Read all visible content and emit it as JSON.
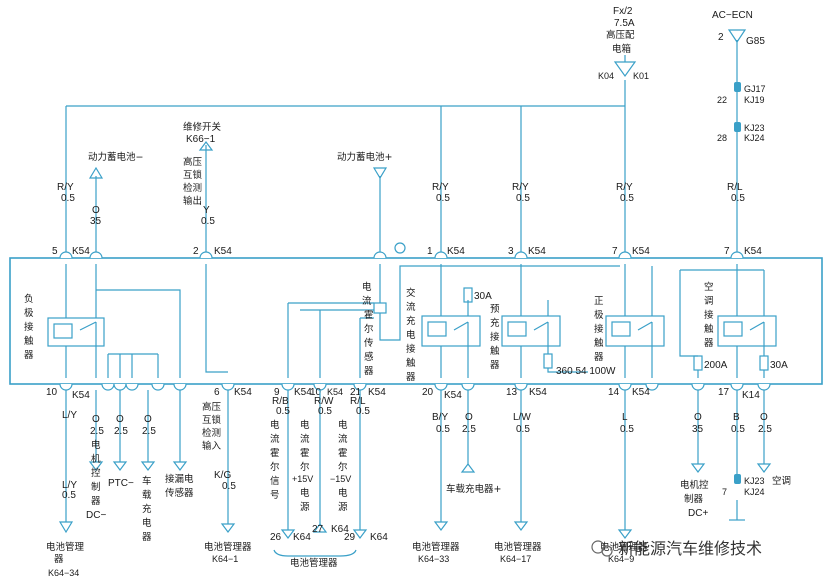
{
  "top": {
    "fuse_lines": [
      "Fx/2",
      "7.5A",
      "高压配",
      "电箱"
    ],
    "k04": "K04",
    "k01": "K01",
    "acecn": "AC−ECN",
    "acecn_pin": "2",
    "g85": "G85",
    "gj17": "GJ17",
    "kj19_pin": "22",
    "kj19": "KJ19",
    "kj23": "KJ23",
    "kj24_pin": "28",
    "kj24": "KJ24"
  },
  "left": {
    "batt_minus": "动力蓄电池−",
    "service_switch": "维修开关",
    "k66": "K66−1",
    "hv_interlock_out": [
      "高压",
      "互锁",
      "检测",
      "输出"
    ],
    "batt_plus": "动力蓄电池+"
  },
  "wires_top": [
    {
      "color": "R/Y",
      "size": "0.5"
    },
    {
      "color": "O",
      "size": "35"
    },
    {
      "color": "Y",
      "size": "0.5"
    },
    {
      "color": "R/Y",
      "size": "0.5"
    },
    {
      "color": "R/Y",
      "size": "0.5"
    },
    {
      "color": "R/Y",
      "size": "0.5"
    },
    {
      "color": "R/L",
      "size": "0.5"
    }
  ],
  "pins_top": [
    {
      "num": "5",
      "conn": "K54"
    },
    {
      "num": "2",
      "conn": "K54"
    },
    {
      "num": "1",
      "conn": "K54"
    },
    {
      "num": "3",
      "conn": "K54"
    },
    {
      "num": "7",
      "conn": "K54"
    },
    {
      "num": "7",
      "conn": "K54"
    }
  ],
  "box_labels": {
    "neg_contactor": [
      "负",
      "极",
      "接",
      "触",
      "器"
    ],
    "hall_a": [
      "电",
      "流"
    ],
    "hall_b": [
      "霍",
      "尔",
      "传",
      "感",
      "器"
    ],
    "ac_charge": [
      "交",
      "流",
      "充",
      "电",
      "接",
      "触",
      "器"
    ],
    "fuse30a_left": "30A",
    "precharge": [
      "预",
      "充",
      "接",
      "触",
      "器"
    ],
    "resistor": "360 54 100W",
    "pos_contactor": [
      "正",
      "极",
      "接",
      "触",
      "器"
    ],
    "ac_contactor": [
      "空",
      "调",
      "接",
      "触",
      "器"
    ],
    "fuse200a": "200A",
    "fuse30a_right": "30A"
  },
  "pins_bottom": [
    {
      "num": "10",
      "conn": "K54"
    },
    {
      "num": "6",
      "conn": "K54"
    },
    {
      "num": "9",
      "conn": "K54"
    },
    {
      "num": "10",
      "conn": "K54"
    },
    {
      "num": "21",
      "conn": "K54"
    },
    {
      "num": "20",
      "conn": "K54"
    },
    {
      "num": "13",
      "conn": "K54"
    },
    {
      "num": "14",
      "conn": "K54"
    },
    {
      "num": "17",
      "conn": "K14"
    }
  ],
  "wires_bottom": [
    {
      "color": "L/Y",
      "size": "0.5"
    },
    {
      "color": "O",
      "size": "2.5"
    },
    {
      "color": "O",
      "size": "2.5"
    },
    {
      "color": "O",
      "size": "2.5"
    },
    {
      "color": "K/G",
      "size": "0.5"
    },
    {
      "color": "R/B",
      "size": "0.5"
    },
    {
      "color": "R/W",
      "size": "0.5"
    },
    {
      "color": "R/L",
      "size": "0.5"
    },
    {
      "color": "B/Y",
      "size": "0.5"
    },
    {
      "color": "O",
      "size": "2.5"
    },
    {
      "color": "L/W",
      "size": "0.5"
    },
    {
      "color": "L",
      "size": "0.5"
    },
    {
      "color": "O",
      "size": "35"
    },
    {
      "color": "B",
      "size": "0.5"
    },
    {
      "color": "O",
      "size": "2.5"
    }
  ],
  "bottom_labels": {
    "motor_ctrl_dc_minus": [
      "电",
      "机",
      "控",
      "制",
      "器",
      "DC−"
    ],
    "ptc_minus": "PTC−",
    "onboard_charger": [
      "车",
      "载",
      "充",
      "电",
      "器"
    ],
    "leak_sensor": [
      "接漏电",
      "传感器"
    ],
    "hv_interlock_in": [
      "高压",
      "互锁",
      "检测",
      "输入"
    ],
    "hall_signal": [
      "电",
      "流",
      "霍",
      "尔",
      "信",
      "号"
    ],
    "hall_p15": [
      "电",
      "流",
      "霍",
      "尔",
      "+15V",
      "电",
      "源"
    ],
    "hall_m15": [
      "电",
      "流",
      "霍",
      "尔",
      "−15V",
      "电",
      "源"
    ],
    "charger_plus": "车载充电器+",
    "motor_ctrl_dc_plus": [
      "电机控",
      "制器",
      "DC+"
    ],
    "aircon": "空调",
    "kj23b": "KJ23",
    "kj24b_pin": "7",
    "kj24b": "KJ24"
  },
  "bms": [
    {
      "name": "电池管理",
      "sub": "器",
      "conn": "K64−34"
    },
    {
      "name": "电池管理器",
      "conn": "K64−1"
    },
    {
      "name": "电池管理器"
    },
    {
      "name": "电池管理器",
      "conn": "K64−33"
    },
    {
      "name": "电池管理器",
      "conn": "K64−17"
    },
    {
      "name": "电池管理器",
      "conn": "K64−9"
    }
  ],
  "bms_pins": [
    {
      "num": "26",
      "conn": "K64"
    },
    {
      "num": "27",
      "conn": "K64"
    },
    {
      "num": "29",
      "conn": "K64"
    }
  ],
  "watermark": "新能源汽车维修技术",
  "colors": {
    "wire": "#3aa0c8",
    "text": "#1a1a1a"
  }
}
